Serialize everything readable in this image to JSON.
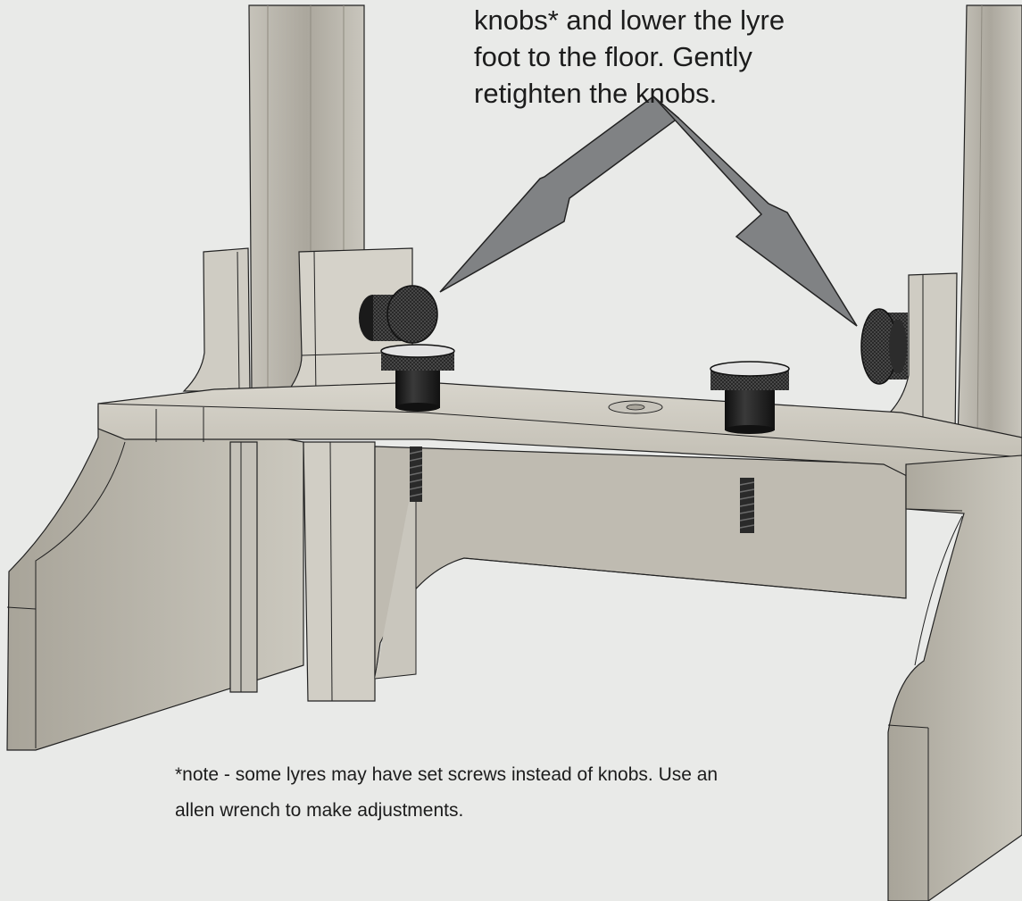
{
  "instruction": {
    "lines": [
      "knobs* and lower the lyre",
      "foot to the floor. Gently",
      "retighten the knobs."
    ]
  },
  "note": {
    "lines": [
      "*note - some lyres may have set screws instead of knobs. Use an",
      "allen wrench to make adjustments."
    ]
  },
  "colors": {
    "background": "#e9eae8",
    "part": "#d2cfc6",
    "part_dark": "#b5b1a7",
    "outline": "#222222",
    "arrow": "#808284",
    "knob": "#1b1b1b"
  }
}
